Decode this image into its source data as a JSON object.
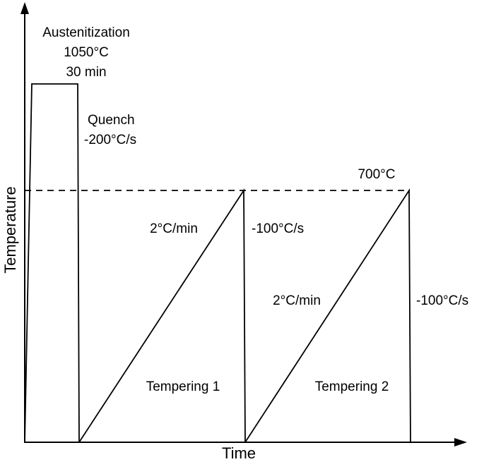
{
  "diagram": {
    "ylabel": "Temperature",
    "xlabel": "Time",
    "colors": {
      "line": "#000000",
      "background": "#ffffff"
    },
    "austenitization": {
      "title": "Austenitization",
      "temperature": "1050°C",
      "duration": "30 min"
    },
    "quench": {
      "title": "Quench",
      "rate": "-200°C/s"
    },
    "tempering_temperature": "700°C",
    "tempering_1": {
      "label": "Tempering 1",
      "heating_rate": "2°C/min",
      "cooling_rate": "-100°C/s"
    },
    "tempering_2": {
      "label": "Tempering 2",
      "heating_rate": "2°C/min",
      "cooling_rate": "-100°C/s"
    }
  }
}
